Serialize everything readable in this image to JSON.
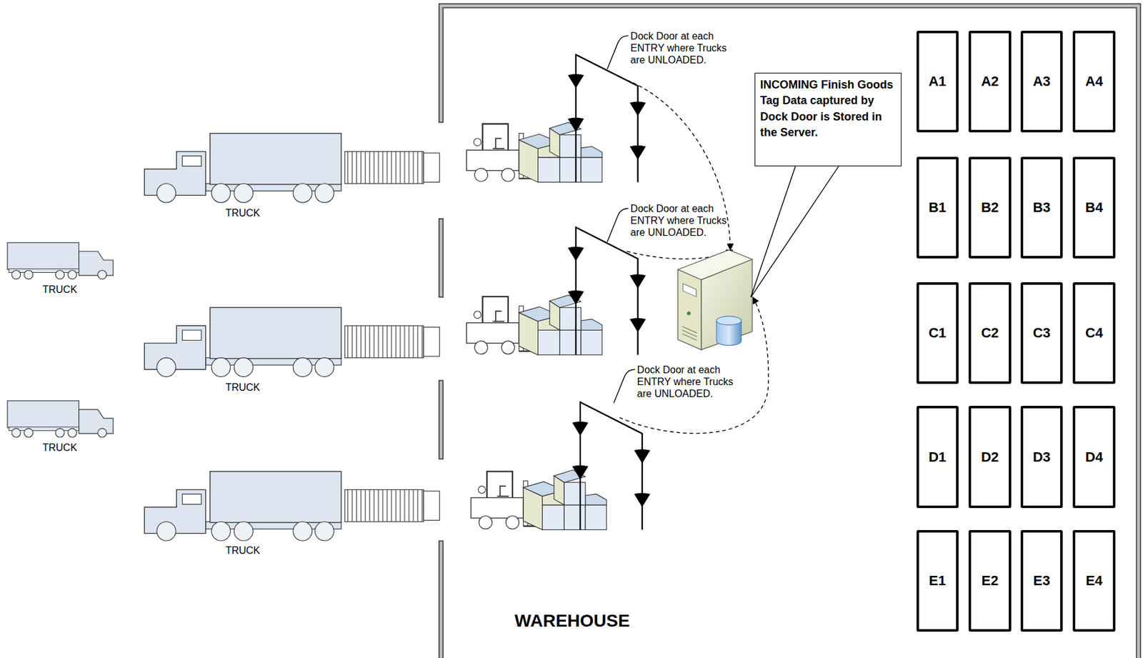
{
  "diagram": {
    "nodes": [
      {
        "text": [
          "INCOMING Finish Goods Tag Data captured by Dock Door is Stored in the Server."
        ]
      },
      {
        "text": [
          "A1"
        ]
      },
      {
        "text": [
          "A2"
        ]
      },
      {
        "text": [
          "A3"
        ]
      },
      {
        "text": [
          "A4"
        ]
      },
      {
        "text": [
          "B1"
        ]
      },
      {
        "text": [
          "B2"
        ]
      },
      {
        "text": [
          "B3"
        ]
      },
      {
        "text": [
          "B4"
        ]
      },
      {
        "text": [
          "C1"
        ]
      },
      {
        "text": [
          "C2"
        ]
      },
      {
        "text": [
          "C3"
        ]
      },
      {
        "text": [
          "C4"
        ]
      },
      {
        "text": [
          "D1"
        ]
      },
      {
        "text": [
          "D2"
        ]
      },
      {
        "text": [
          "D3"
        ]
      },
      {
        "text": [
          "D4"
        ]
      },
      {
        "text": [
          "E1"
        ]
      },
      {
        "text": [
          "E2"
        ]
      },
      {
        "text": [
          "E3"
        ]
      },
      {
        "text": [
          "E4"
        ]
      }
    ],
    "labels": [
      "Dock Door at each ENTRY where Trucks are UNLOADED.",
      "TRUCK",
      "TRUCK",
      "Dock Door at each ENTRY where Trucks are UNLOADED.",
      "TRUCK",
      "TRUCK",
      "Dock Door at each ENTRY where Trucks are UNLOADED.",
      "TRUCK",
      "WAREHOUSE"
    ]
  }
}
